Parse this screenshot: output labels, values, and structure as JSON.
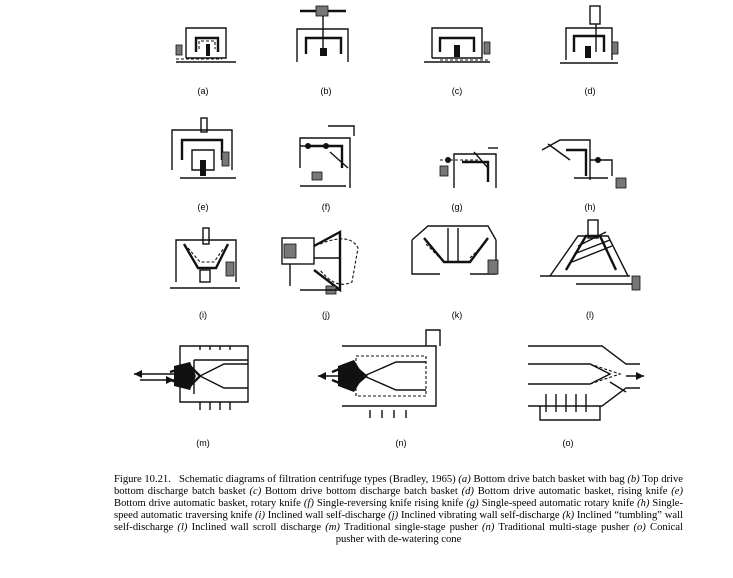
{
  "labels": [
    "(a)",
    "(b)",
    "(c)",
    "(d)",
    "(e)",
    "(f)",
    "(g)",
    "(h)",
    "(i)",
    "(j)",
    "(k)",
    "(l)",
    "(m)",
    "(n)",
    "(o)"
  ],
  "caption": {
    "figure_ref": "Figure 10.21.",
    "intro": "Schematic diagrams of filtration centrifuge types (Bradley, 1965)",
    "items": [
      {
        "key": "(a)",
        "text": "Bottom drive batch basket with bag"
      },
      {
        "key": "(b)",
        "text": "Top drive bottom discharge batch basket"
      },
      {
        "key": "(c)",
        "text": "Bottom drive bottom discharge batch basket"
      },
      {
        "key": "(d)",
        "text": "Bottom drive automatic basket, rising knife"
      },
      {
        "key": "(e)",
        "text": "Bottom drive automatic basket, rotary knife"
      },
      {
        "key": "(f)",
        "text": "Single-reversing knife rising knife"
      },
      {
        "key": "(g)",
        "text": "Single-speed automatic rotary knife"
      },
      {
        "key": "(h)",
        "text": "Single-speed automatic traversing knife"
      },
      {
        "key": "(i)",
        "text": "Inclined wall self-discharge"
      },
      {
        "key": "(j)",
        "text": "Inclined vibrating wall self-discharge"
      },
      {
        "key": "(k)",
        "text": "Inclined “tumbling” wall self-discharge"
      },
      {
        "key": "(l)",
        "text": "Inclined wall scroll discharge"
      },
      {
        "key": "(m)",
        "text": "Traditional single-stage pusher"
      },
      {
        "key": "(n)",
        "text": "Traditional multi-stage pusher"
      },
      {
        "key": "(o)",
        "text": "Conical pusher with de-watering cone"
      }
    ]
  }
}
